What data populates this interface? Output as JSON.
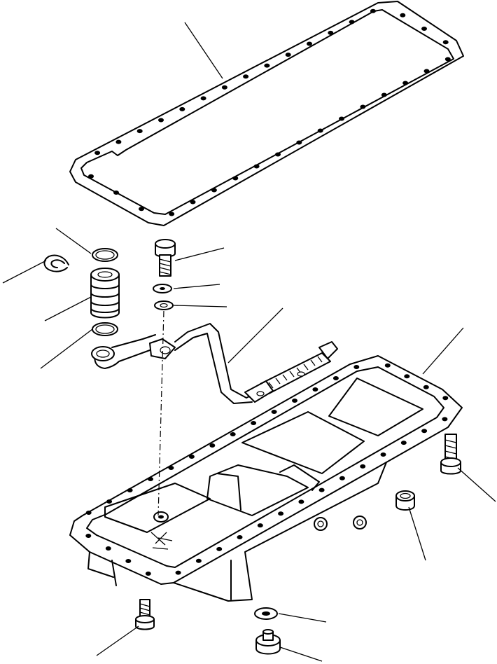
{
  "diagram": {
    "kind": "exploded-parts-view",
    "style": "black line art on white",
    "parts": [
      {
        "id": "gasket",
        "icon": "gasket-icon"
      },
      {
        "id": "snap-ring",
        "icon": "snap-ring-icon"
      },
      {
        "id": "o-ring-upper",
        "icon": "o-ring-icon"
      },
      {
        "id": "strainer-sleeve",
        "icon": "sleeve-icon"
      },
      {
        "id": "o-ring-lower",
        "icon": "o-ring-icon"
      },
      {
        "id": "bolt",
        "icon": "bolt-icon"
      },
      {
        "id": "lock-washer",
        "icon": "washer-icon"
      },
      {
        "id": "flat-washer",
        "icon": "washer-icon"
      },
      {
        "id": "suction-tube",
        "icon": "tube-icon"
      },
      {
        "id": "oil-pan",
        "icon": "oil-pan-icon"
      },
      {
        "id": "pan-bolt-right",
        "icon": "bolt-icon"
      },
      {
        "id": "plug",
        "icon": "plug-icon"
      },
      {
        "id": "pan-bolt-bottom",
        "icon": "bolt-icon"
      },
      {
        "id": "drain-washer",
        "icon": "washer-icon"
      },
      {
        "id": "drain-plug",
        "icon": "drain-plug-icon"
      }
    ]
  }
}
